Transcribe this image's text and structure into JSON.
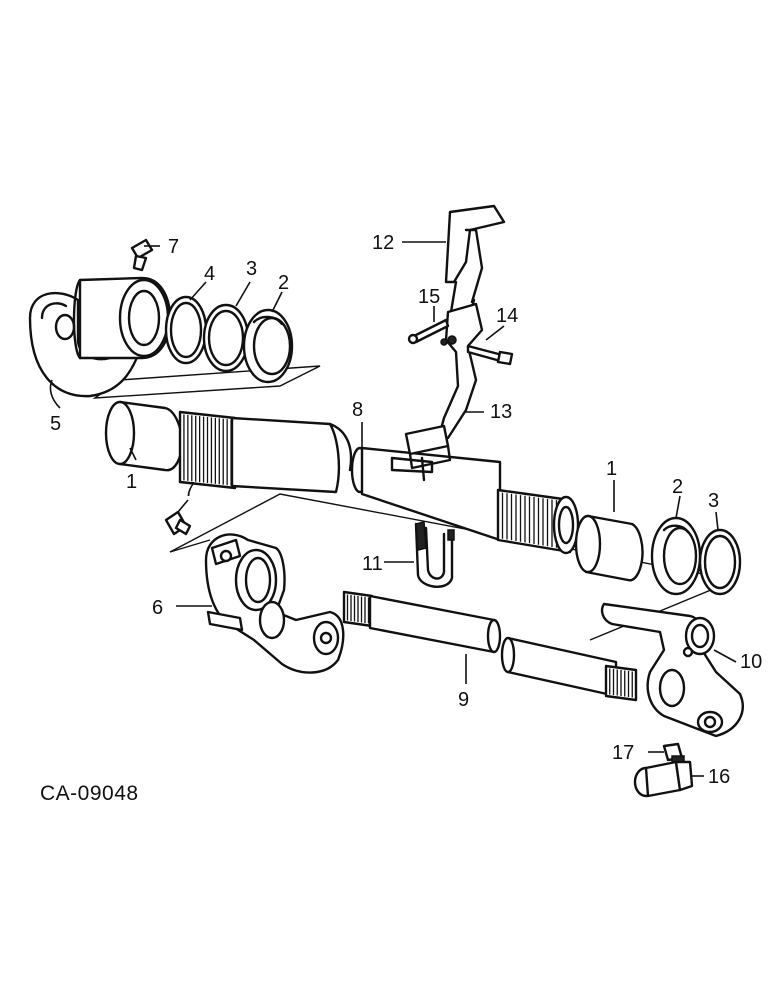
{
  "figure_code": "CA-09048",
  "callouts": {
    "c1a": "1",
    "c1b": "1",
    "c2a": "2",
    "c2b": "2",
    "c3a": "3",
    "c3b": "3",
    "c4": "4",
    "c5": "5",
    "c6": "6",
    "c7a": "7",
    "c7b": "7",
    "c8": "8",
    "c9": "9",
    "c10": "10",
    "c11": "11",
    "c12": "12",
    "c13": "13",
    "c14": "14",
    "c15": "15",
    "c16": "16",
    "c17": "17"
  }
}
